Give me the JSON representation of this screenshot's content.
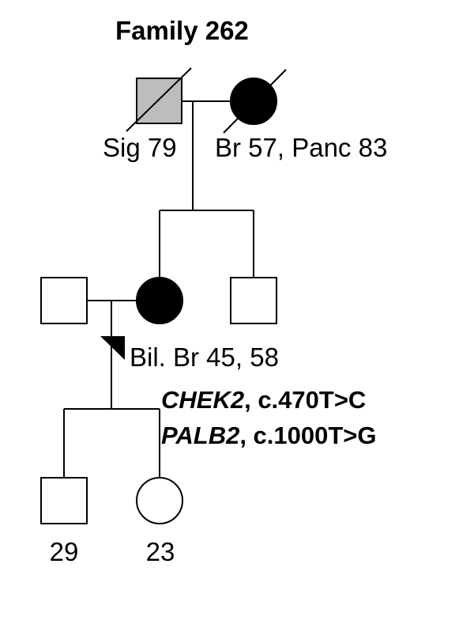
{
  "title": "Family 262",
  "colors": {
    "line": "#000000",
    "affected": "#000000",
    "grey_affected": "#bdbdbd",
    "unaffected": "#ffffff",
    "background": "#ffffff"
  },
  "individuals": {
    "grandfather": {
      "sex": "male",
      "status": "deceased",
      "fill": "grey",
      "label": "Sig 79"
    },
    "grandmother": {
      "sex": "female",
      "status": "deceased",
      "fill": "affected",
      "label": "Br 57, Panc 83"
    },
    "husband": {
      "sex": "male",
      "status": "living",
      "fill": "unaffected",
      "label": ""
    },
    "proband": {
      "sex": "female",
      "status": "living",
      "fill": "affected",
      "label": "Bil. Br 45, 58",
      "proband_arrow": true
    },
    "brother": {
      "sex": "male",
      "status": "living",
      "fill": "unaffected",
      "label": ""
    },
    "son": {
      "sex": "male",
      "status": "living",
      "fill": "unaffected",
      "label": "29"
    },
    "daughter": {
      "sex": "female",
      "status": "living",
      "fill": "unaffected",
      "label": "23"
    }
  },
  "variants": [
    {
      "gene": "CHEK2",
      "change": ", c.470T>C"
    },
    {
      "gene": "PALB2",
      "change": ", c.1000T>G"
    }
  ]
}
